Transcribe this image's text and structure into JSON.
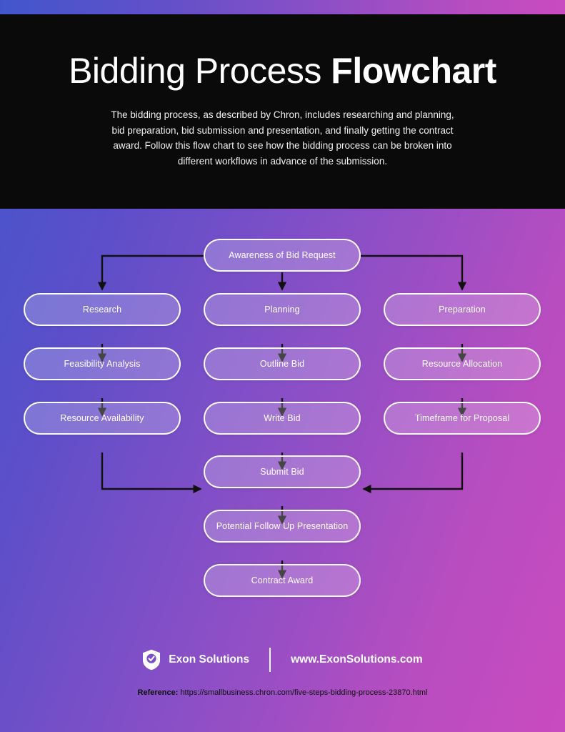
{
  "theme": {
    "gradient_start": "#4256CC",
    "gradient_mid": "#8E4FC6",
    "gradient_end": "#C94BC0",
    "header_bg": "#0A0A0A",
    "node_border": "#FFFFFF",
    "arrow_color": "#111111"
  },
  "header": {
    "title_light": "Bidding Process ",
    "title_bold": "Flowchart",
    "subtitle": "The bidding process, as described by Chron, includes researching and planning, bid preparation, bid submission and presentation, and finally getting the contract award. Follow this flow chart to see how the bidding process can be broken into different workflows in advance of the submission."
  },
  "chart_data": {
    "type": "diagram",
    "title": "Bidding Process Flowchart",
    "orientation": "top-down",
    "columns": [
      "left",
      "center",
      "right"
    ],
    "nodes": [
      {
        "id": "awareness",
        "label": "Awareness of Bid Request",
        "column": "center",
        "row": 0
      },
      {
        "id": "research",
        "label": "Research",
        "column": "left",
        "row": 1
      },
      {
        "id": "planning",
        "label": "Planning",
        "column": "center",
        "row": 1
      },
      {
        "id": "preparation",
        "label": "Preparation",
        "column": "right",
        "row": 1
      },
      {
        "id": "feasibility",
        "label": "Feasibility Analysis",
        "column": "left",
        "row": 2
      },
      {
        "id": "outline",
        "label": "Outline Bid",
        "column": "center",
        "row": 2
      },
      {
        "id": "allocation",
        "label": "Resource Allocation",
        "column": "right",
        "row": 2
      },
      {
        "id": "availability",
        "label": "Resource Availability",
        "column": "left",
        "row": 3
      },
      {
        "id": "write",
        "label": "Write Bid",
        "column": "center",
        "row": 3
      },
      {
        "id": "timeframe",
        "label": "Timeframe for Proposal",
        "column": "right",
        "row": 3
      },
      {
        "id": "submit",
        "label": "Submit Bid",
        "column": "center",
        "row": 4
      },
      {
        "id": "followup",
        "label": "Potential Follow Up Presentation",
        "column": "center",
        "row": 5
      },
      {
        "id": "award",
        "label": "Contract Award",
        "column": "center",
        "row": 6
      }
    ],
    "edges": [
      {
        "from": "awareness",
        "to": "research",
        "style": "elbow-left"
      },
      {
        "from": "awareness",
        "to": "planning",
        "style": "straight"
      },
      {
        "from": "awareness",
        "to": "preparation",
        "style": "elbow-right"
      },
      {
        "from": "research",
        "to": "feasibility",
        "style": "straight"
      },
      {
        "from": "planning",
        "to": "outline",
        "style": "straight"
      },
      {
        "from": "preparation",
        "to": "allocation",
        "style": "straight"
      },
      {
        "from": "feasibility",
        "to": "availability",
        "style": "straight"
      },
      {
        "from": "outline",
        "to": "write",
        "style": "straight"
      },
      {
        "from": "allocation",
        "to": "timeframe",
        "style": "straight"
      },
      {
        "from": "availability",
        "to": "submit",
        "style": "elbow-in-left"
      },
      {
        "from": "write",
        "to": "submit",
        "style": "straight"
      },
      {
        "from": "timeframe",
        "to": "submit",
        "style": "elbow-in-right"
      },
      {
        "from": "submit",
        "to": "followup",
        "style": "straight"
      },
      {
        "from": "followup",
        "to": "award",
        "style": "straight"
      }
    ]
  },
  "footer": {
    "logo_icon": "shield-check-icon",
    "brand_name": "Exon Solutions",
    "website": "www.ExonSolutions.com",
    "reference_label": "Reference:",
    "reference_url": "https://smallbusiness.chron.com/five-steps-bidding-process-23870.html"
  }
}
